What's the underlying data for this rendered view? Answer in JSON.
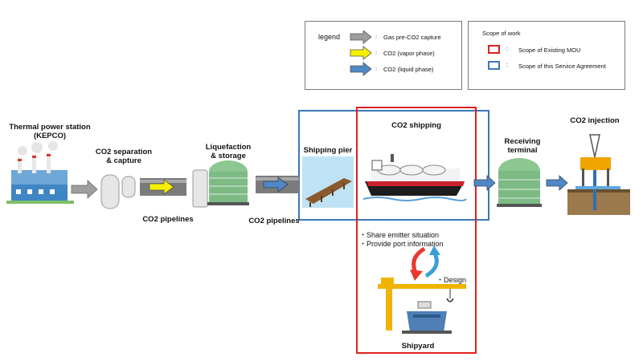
{
  "legend": {
    "title": "legend",
    "items": [
      {
        "label": "Gas pre-CO2 capture",
        "color": "#9e9e9e"
      },
      {
        "label": "CO2 (vapor phase)",
        "color": "#f6f000"
      },
      {
        "label": "CO2 (liquid phase)",
        "color": "#4f88c6"
      }
    ],
    "colon": ":"
  },
  "scope": {
    "title": "Scope of work",
    "items": [
      {
        "label": "Scope of Existing MOU",
        "color": "#e02020"
      },
      {
        "label": "Scope of this Service Agreement",
        "color": "#3b78b8"
      }
    ],
    "colon": ":"
  },
  "stages": {
    "power_station": "Thermal power station\n(KEPCO)",
    "separation": "CO2 separation\n& capture",
    "pipelines_1": "CO2 pipelines",
    "liquefaction": "Liquefaction\n& storage",
    "pipelines_2": "CO2 pipelines",
    "shipping_pier": "Shipping pier",
    "co2_shipping": "CO2 shipping",
    "receiving": "Receiving\nterminal",
    "injection": "CO2 injection",
    "shipyard": "Shipyard"
  },
  "notes": {
    "share": "・Share emitter situation",
    "port": "・Provide port information",
    "design": "・Design"
  }
}
